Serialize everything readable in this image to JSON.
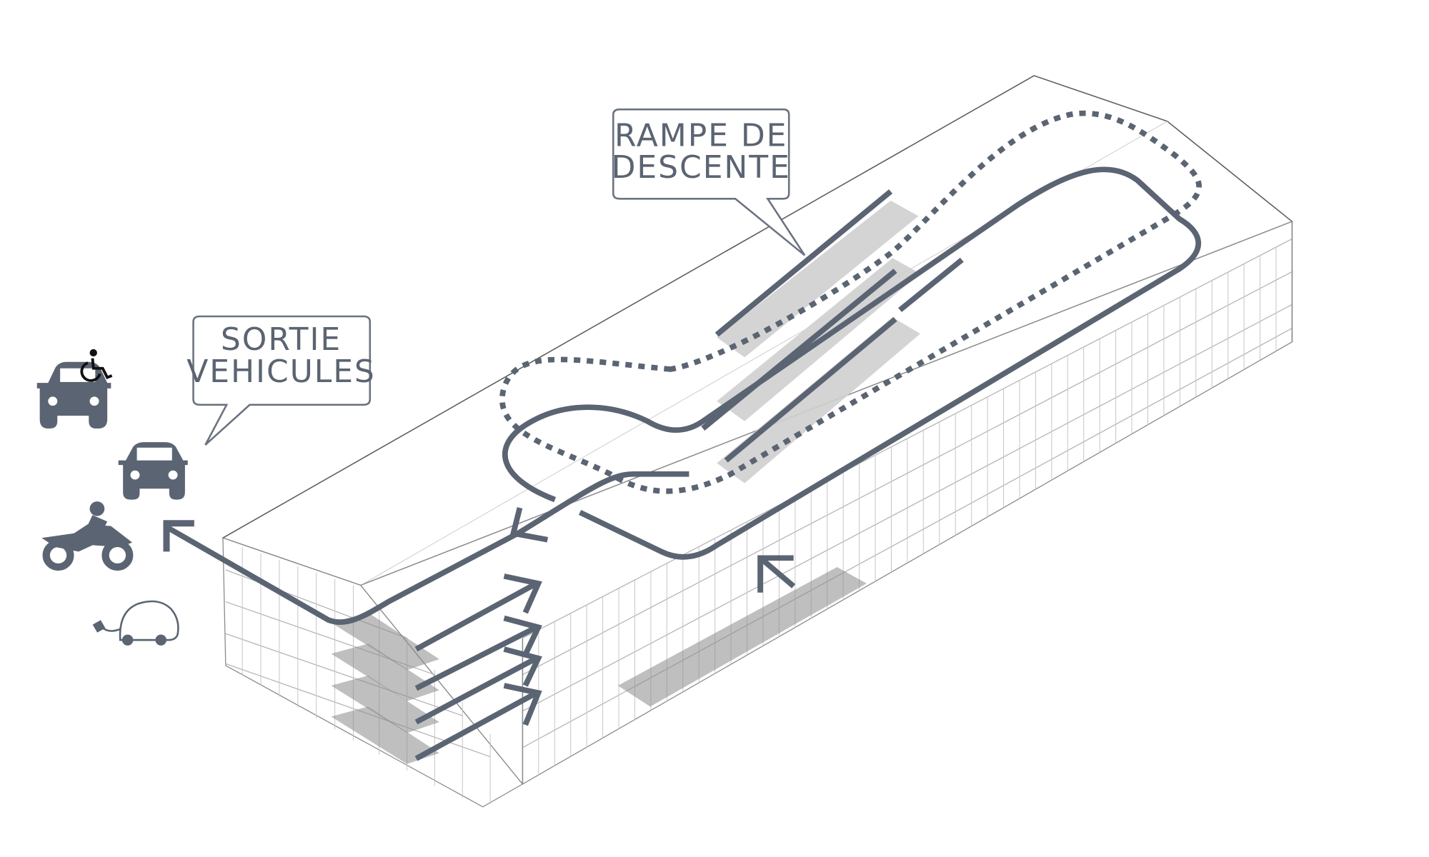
{
  "callouts": {
    "ramp": {
      "line1": "RAMPE DE",
      "line2": "DESCENTE"
    },
    "exit": {
      "line1": "SORTIE",
      "line2": "VEHICULES"
    }
  },
  "legend_icons": [
    "accessible-car-icon",
    "car-icon",
    "motorcycle-icon",
    "electric-car-icon"
  ],
  "colors": {
    "route": "#5b6472",
    "building_line": "#6f6f6f",
    "ramp_fill": "#cfcfcf",
    "shadow_fill": "#8a8a8a",
    "callout_border": "#6b7280"
  }
}
